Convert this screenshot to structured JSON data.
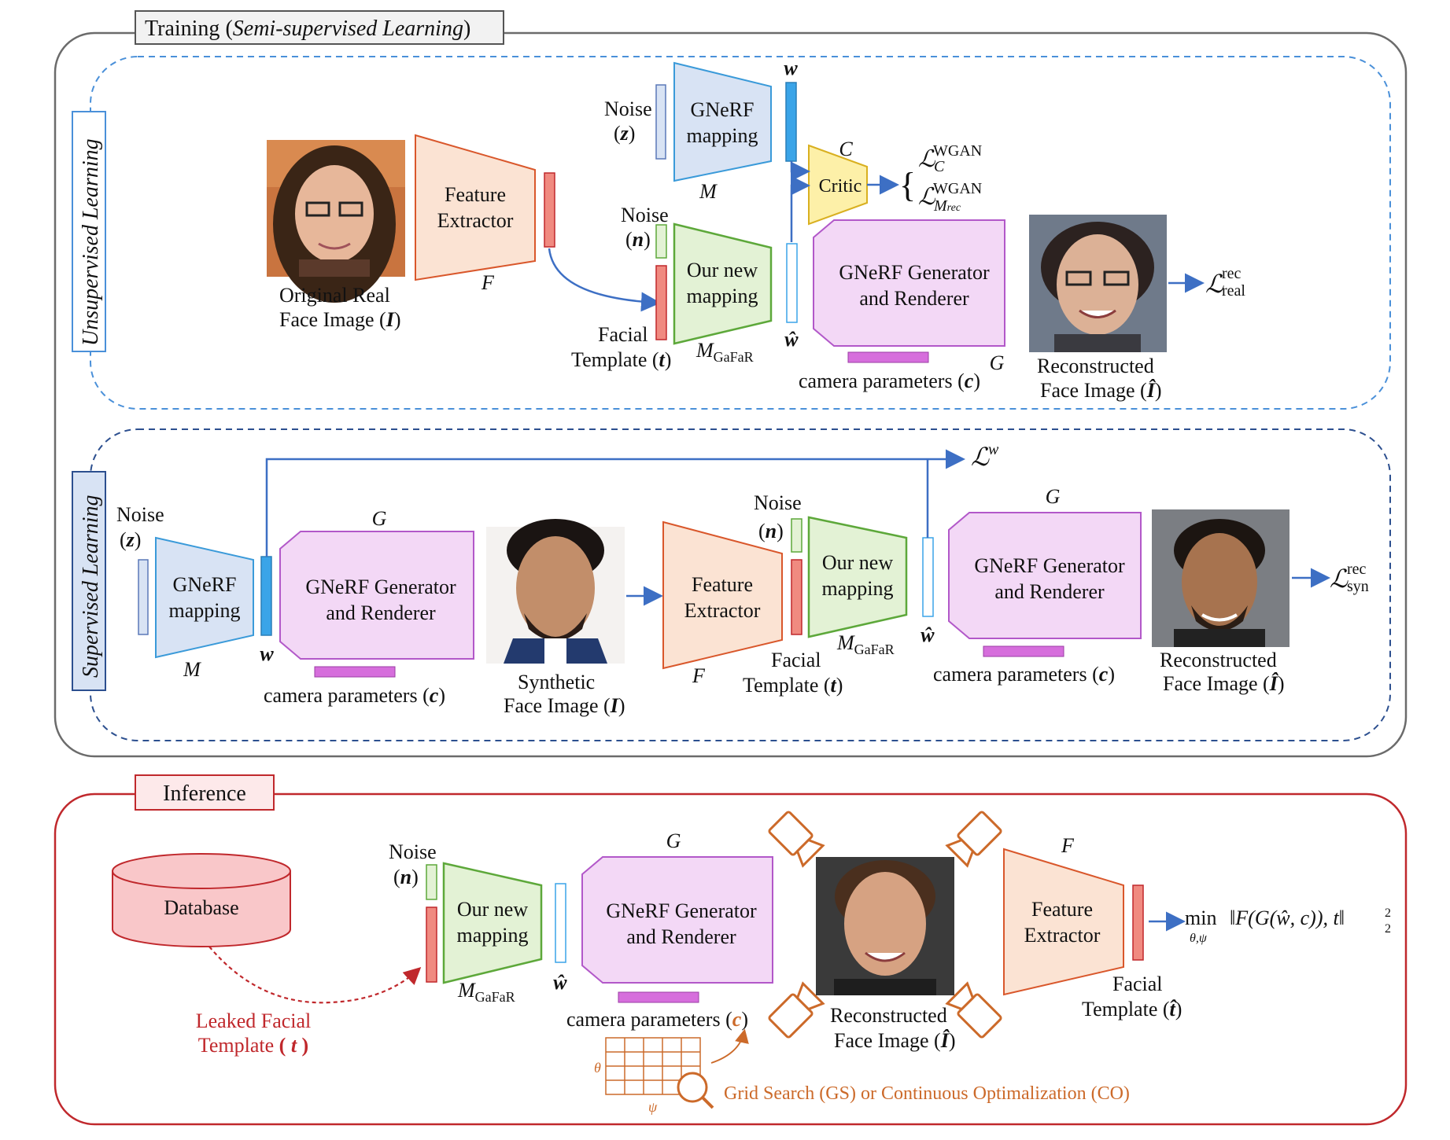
{
  "training": {
    "title": "Training",
    "title_sub": "Semi-supervised Learning",
    "unsupervised_label": "Unsupervised Learning",
    "supervised_label": "Supervised Learning"
  },
  "unsup": {
    "input_label_1": "Original Real",
    "input_label_2": "Face Image",
    "input_var": "I",
    "feature_extractor_1": "Feature",
    "feature_extractor_2": "Extractor",
    "f_symbol": "F",
    "noise_label": "Noise",
    "noise_z": "z",
    "gnerf_map_1": "GNeRF",
    "gnerf_map_2": "mapping",
    "m_symbol": "M",
    "w_symbol": "w",
    "noise_n_label": "Noise",
    "noise_n": "n",
    "new_map_1": "Our new",
    "new_map_2": "mapping",
    "template_1": "Facial",
    "template_2": "Template",
    "template_var": "t",
    "mgafar_main": "M",
    "mgafar_sub": "GaFaR",
    "critic_label": "Critic",
    "c_symbol": "C",
    "loss_wgan_c_sup": "WGAN",
    "loss_wgan_c_sub": "C",
    "loss_wgan_m_sup": "WGAN",
    "loss_wgan_m_sub": "M",
    "loss_wgan_m_subsub": "rec",
    "generator_1": "GNeRF Generator",
    "generator_2": "and Renderer",
    "g_symbol": "G",
    "what_symbol": "ŵ",
    "camera_label": "camera parameters",
    "camera_var": "c",
    "recon_label_1": "Reconstructed",
    "recon_label_2": "Face Image",
    "recon_var": "Î",
    "loss_rec_sup": "rec",
    "loss_rec_sub": "real"
  },
  "sup": {
    "noise_label": "Noise",
    "noise_z": "z",
    "gnerf_map_1": "GNeRF",
    "gnerf_map_2": "mapping",
    "m_symbol": "M",
    "w_symbol": "w",
    "g_symbol": "G",
    "generator_1": "GNeRF Generator",
    "generator_2": "and Renderer",
    "camera_label": "camera parameters",
    "camera_var": "c",
    "synth_label_1": "Synthetic",
    "synth_label_2": "Face Image",
    "synth_var": "I",
    "feature_extractor_1": "Feature",
    "feature_extractor_2": "Extractor",
    "f_symbol": "F",
    "noise_n_label": "Noise",
    "noise_n": "n",
    "new_map_1": "Our new",
    "new_map_2": "mapping",
    "template_1": "Facial",
    "template_2": "Template",
    "template_var": "t",
    "mgafar_main": "M",
    "mgafar_sub": "GaFaR",
    "what_symbol": "ŵ",
    "g2_symbol": "G",
    "generator2_1": "GNeRF Generator",
    "generator2_2": "and Renderer",
    "camera2_label": "camera parameters",
    "camera2_var": "c",
    "recon_label_1": "Reconstructed",
    "recon_label_2": "Face Image",
    "recon_var": "Î",
    "loss_w_sup": "w",
    "loss_rec_sup": "rec",
    "loss_rec_sub": "syn"
  },
  "inference": {
    "title": "Inference",
    "database_label": "Database",
    "leaked_1": "Leaked Facial",
    "leaked_2": "Template",
    "leaked_var": "t",
    "noise_label": "Noise",
    "noise_n": "n",
    "new_map_1": "Our new",
    "new_map_2": "mapping",
    "mgafar_main": "M",
    "mgafar_sub": "GaFaR",
    "what_symbol": "ŵ",
    "g_symbol": "G",
    "generator_1": "GNeRF Generator",
    "generator_2": "and Renderer",
    "camera_label": "camera parameters",
    "camera_var": "c",
    "recon_label_1": "Reconstructed",
    "recon_label_2": "Face Image",
    "recon_var": "Î",
    "f_symbol": "F",
    "feature_extractor_1": "Feature",
    "feature_extractor_2": "Extractor",
    "template_1": "Facial",
    "template_2": "Template",
    "template_var": "t̂",
    "objective_min": "min",
    "objective_under": "θ,ψ",
    "objective_expr": "‖F(G(ŵ, c)), t‖",
    "objective_sub": "2",
    "objective_sup": "2",
    "grid_theta": "θ",
    "grid_psi": "ψ",
    "grid_search_label": "Grid Search (GS) or Continuous Optimalization (CO)"
  },
  "colors": {
    "frame_gray": "#6b6b6b",
    "unsup_blue": "#4a90d9",
    "sup_blue": "#2c4f8f",
    "inference_red": "#c0282c",
    "feature_fill": "#fbe3d3",
    "gnerf_map_fill": "#d8e3f4",
    "new_map_fill": "#e3f2d5",
    "generator_fill": "#f3d8f6",
    "critic_fill": "#fdf0a8",
    "camera_bar": "#d66edc",
    "template_red": "#f08a80",
    "arrow_blue": "#3d6fc4",
    "orange": "#cc6a2a"
  }
}
